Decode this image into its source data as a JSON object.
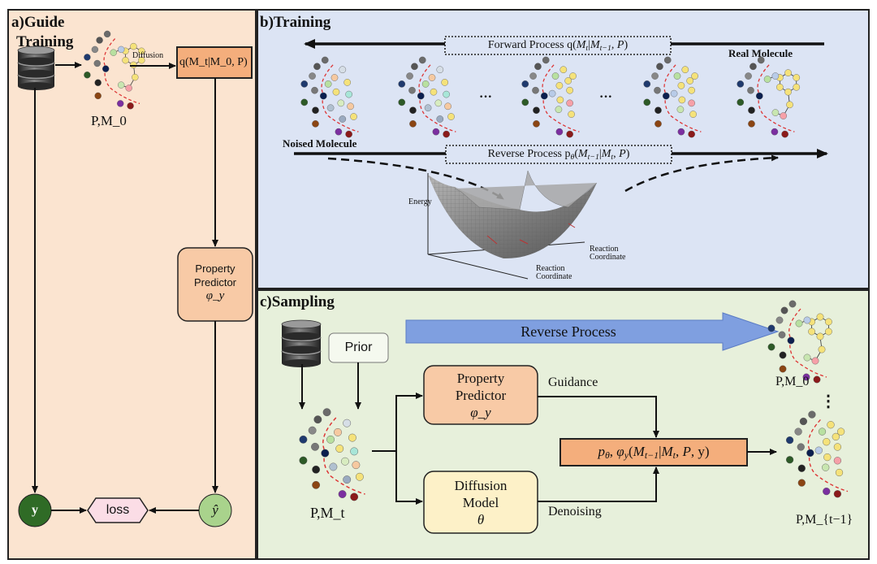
{
  "panels": {
    "guide": {
      "title_line1": "a)Guide",
      "title_line2": "Training",
      "input_label": "P,M_0",
      "diffusion_label": "Diffusion",
      "q_box": "q(M_t|M_0, P)",
      "predictor_line1": "Property",
      "predictor_line2": "Predictor",
      "predictor_symbol": "φ_y",
      "y_node": "y",
      "yhat_node": "ŷ",
      "loss_node": "loss"
    },
    "training": {
      "title": "b)Training",
      "forward_process": "Forward Process q(M_t|M_{t−1}, P)",
      "reverse_process": "Reverse Process p_θ(M_{t−1}|M_t, P)",
      "real_molecule": "Real Molecule",
      "noised_molecule": "Noised Molecule",
      "ellipsis_1": "···",
      "ellipsis_2": "···",
      "energy_axis": "Energy",
      "reaction_coord_1": "Reaction Coordinate",
      "reaction_coord_2": "Reaction Coordinate"
    },
    "sampling": {
      "title": "c)Sampling",
      "prior": "Prior",
      "reverse_process": "Reverse Process",
      "predictor_line1": "Property",
      "predictor_line2": "Predictor",
      "predictor_symbol": "φ_y",
      "diffusion_line1": "Diffusion",
      "diffusion_line2": "Model",
      "diffusion_symbol": "θ",
      "guidance": "Guidance",
      "denoising": "Denoising",
      "combined": "p_θ, φ_y(M_{t−1}|M_t, P, y)",
      "input_label": "P,M_t",
      "output_top_label": "P,M_0",
      "vertical_ellipsis": "⋮",
      "output_label": "P,M_{t−1}"
    }
  },
  "colors": {
    "guide_bg": "#fbe4d0",
    "training_bg": "#dce4f4",
    "sampling_bg": "#e7f0db",
    "orange_box": "#f4ae7c",
    "predictor_box": "#f8caa6",
    "diffusion_box": "#fdf1c8",
    "arrow_blue": "#7f9fe0",
    "y_dark_green": "#2f6b26",
    "yhat_light_green": "#a9d38c",
    "loss_pink": "#fbdde6"
  },
  "icons": [
    "database-icon",
    "molecule-icon",
    "energy-surface"
  ]
}
